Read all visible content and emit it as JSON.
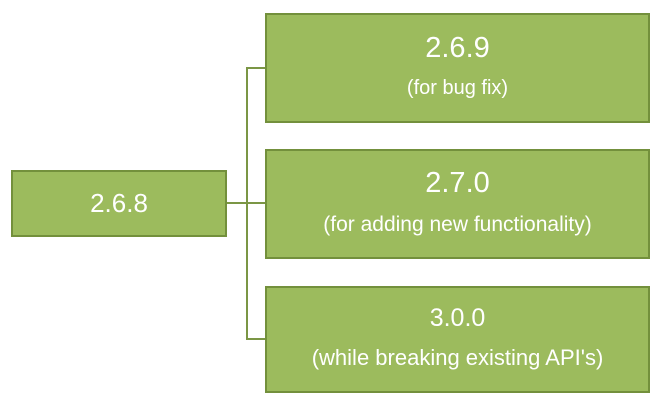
{
  "diagram": {
    "root": {
      "version": "2.6.8"
    },
    "branches": [
      {
        "version": "2.6.9",
        "note": "(for bug fix)"
      },
      {
        "version": "2.7.0",
        "note": "(for adding new functionality)"
      },
      {
        "version": "3.0.0",
        "note": "(while breaking existing API's)"
      }
    ],
    "colors": {
      "fill": "#9cbb5d",
      "border": "#73903c",
      "connector": "#7b9645",
      "text": "#ffffff"
    }
  }
}
